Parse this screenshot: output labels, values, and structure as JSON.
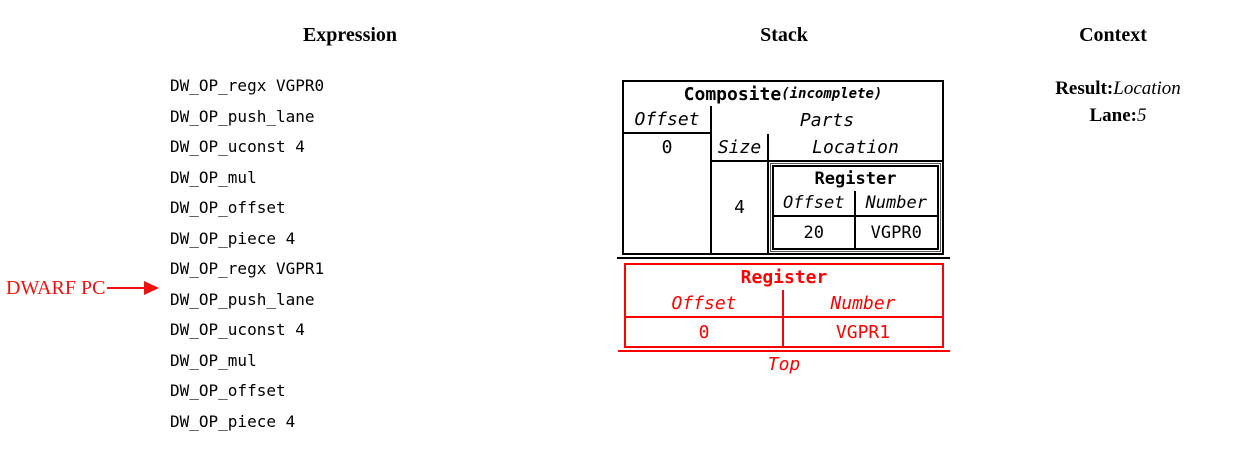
{
  "headers": {
    "expression": "Expression",
    "stack": "Stack",
    "context": "Context"
  },
  "expression": {
    "ops": [
      "DW_OP_regx VGPR0",
      "DW_OP_push_lane",
      "DW_OP_uconst 4",
      "DW_OP_mul",
      "DW_OP_offset",
      "DW_OP_piece 4",
      "DW_OP_regx VGPR1",
      "DW_OP_push_lane",
      "DW_OP_uconst 4",
      "DW_OP_mul",
      "DW_OP_offset",
      "DW_OP_piece 4"
    ],
    "pc_label": "DWARF PC"
  },
  "stack": {
    "composite": {
      "title": "Composite",
      "qualifier": "(incomplete)",
      "offset_header": "Offset",
      "offset_value": "0",
      "parts_header": "Parts",
      "size_header": "Size",
      "location_header": "Location",
      "part_size": "4",
      "part_register": {
        "title": "Register",
        "offset_header": "Offset",
        "number_header": "Number",
        "offset_value": "20",
        "number_value": "VGPR0"
      }
    },
    "top_entry": {
      "title": "Register",
      "offset_header": "Offset",
      "number_header": "Number",
      "offset_value": "0",
      "number_value": "VGPR1"
    },
    "top_label": "Top"
  },
  "context": {
    "result_label": "Result:",
    "result_value": "Location",
    "lane_label": "Lane:",
    "lane_value": "5"
  },
  "colors": {
    "accent_red": "#ff0000",
    "ink": "#000000"
  }
}
